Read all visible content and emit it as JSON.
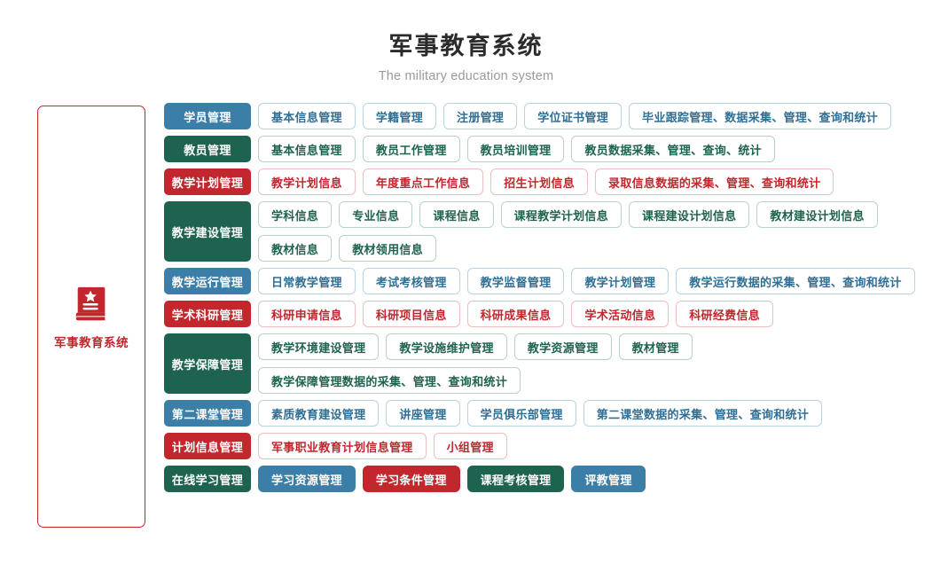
{
  "header": {
    "title": "军事教育系统",
    "subtitle": "The military education system"
  },
  "sidebar": {
    "icon": "book-star-icon",
    "label": "军事教育系统",
    "border_color": "#c1272d"
  },
  "palette": {
    "blue": "#3b7ea8",
    "green": "#1e6350",
    "red": "#c1272d",
    "blue_border": "#b6d3e4",
    "green_border": "#b6d2c9",
    "red_border": "#edbdbf",
    "title_color": "#2b2b2b",
    "subtitle_color": "#9a9a9a"
  },
  "rows": [
    {
      "category": "学员管理",
      "color": "blue",
      "solid_items": false,
      "items": [
        "基本信息管理",
        "学籍管理",
        "注册管理",
        "学位证书管理",
        "毕业跟踪管理、数据采集、管理、查询和统计"
      ]
    },
    {
      "category": "教员管理",
      "color": "green",
      "solid_items": false,
      "items": [
        "基本信息管理",
        "教员工作管理",
        "教员培训管理",
        "教员数据采集、管理、查询、统计"
      ]
    },
    {
      "category": "教学计划管理",
      "color": "red",
      "solid_items": false,
      "items": [
        "教学计划信息",
        "年度重点工作信息",
        "招生计划信息",
        "录取信息数据的采集、管理、查询和统计"
      ]
    },
    {
      "category": "教学建设管理",
      "color": "green",
      "solid_items": false,
      "tall": true,
      "items": [
        "学科信息",
        "专业信息",
        "课程信息",
        "课程教学计划信息",
        "课程建设计划信息",
        "教材建设计划信息",
        "教材信息",
        "教材领用信息"
      ]
    },
    {
      "category": "教学运行管理",
      "color": "blue",
      "solid_items": false,
      "items": [
        "日常教学管理",
        "考试考核管理",
        "教学监督管理",
        "教学计划管理",
        "教学运行数据的采集、管理、查询和统计"
      ]
    },
    {
      "category": "学术科研管理",
      "color": "red",
      "solid_items": false,
      "items": [
        "科研申请信息",
        "科研项目信息",
        "科研成果信息",
        "学术活动信息",
        "科研经费信息"
      ]
    },
    {
      "category": "教学保障管理",
      "color": "green",
      "solid_items": false,
      "items": [
        "教学环境建设管理",
        "教学设施维护管理",
        "教学资源管理",
        "教材管理",
        "教学保障管理数据的采集、管理、查询和统计"
      ]
    },
    {
      "category": "第二课堂管理",
      "color": "blue",
      "solid_items": false,
      "items": [
        "素质教育建设管理",
        "讲座管理",
        "学员俱乐部管理",
        "第二课堂数据的采集、管理、查询和统计"
      ]
    },
    {
      "category": "计划信息管理",
      "color": "red",
      "solid_items": false,
      "items": [
        "军事职业教育计划信息管理",
        "小组管理"
      ]
    },
    {
      "category": "在线学习管理",
      "color": "green",
      "solid_items": true,
      "items": [
        "学习资源管理",
        "学习条件管理",
        "课程考核管理",
        "评教管理"
      ],
      "item_colors": [
        "blue",
        "red",
        "green",
        "blue"
      ]
    }
  ]
}
